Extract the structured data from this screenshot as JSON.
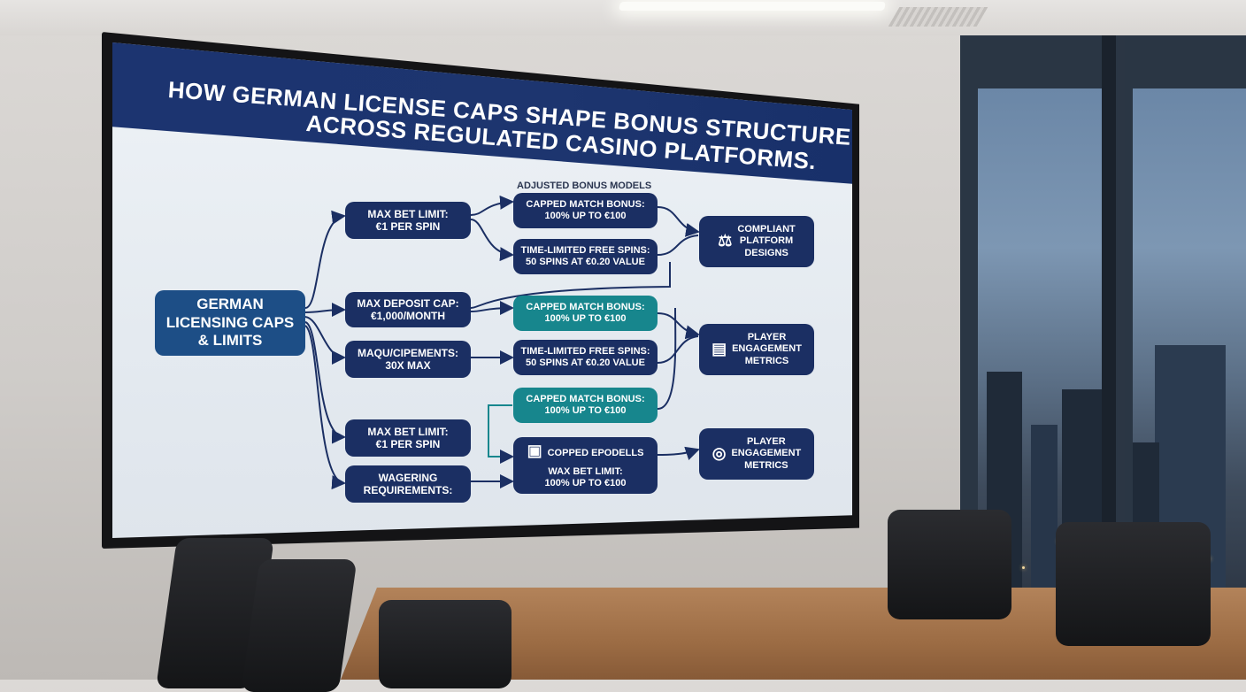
{
  "screen": {
    "title_line1": "HOW GERMAN LICENSE CAPS SHAPE BONUS STRUCTURE DESIGNS",
    "title_line2": "ACROSS REGULATED CASINO PLATFORMS.",
    "section_label": "ADJUSTED BONUS MODELS",
    "root": {
      "line1": "GERMAN",
      "line2": "LICENSING CAPS",
      "line3": "& LIMITS"
    },
    "caps": [
      {
        "line1": "MAX BET LIMIT:",
        "line2": "€1 PER SPIN"
      },
      {
        "line1": "MAX DEPOSIT CAP:",
        "line2": "€1,000/MONTH"
      },
      {
        "line1": "MAQU/CIPEMENTS:",
        "line2": "30x MAX"
      },
      {
        "line1": "MAX BET LIMIT:",
        "line2": "€1 PER SPIN"
      },
      {
        "line1": "WAGERING",
        "line2": "REQUIREMENTS:"
      }
    ],
    "models": [
      {
        "line1": "CAPPED MATCH BONUS:",
        "line2": "100% UP TO €100",
        "style": "navy"
      },
      {
        "line1": "TIME-LIMITED FREE SPINS:",
        "line2": "50 SPINS AT €0.20 VALUE",
        "style": "navy"
      },
      {
        "line1": "CAPPED MATCH BONUS:",
        "line2": "100% UP TO €100",
        "style": "teal"
      },
      {
        "line1": "TIME-LIMITED FREE SPINS:",
        "line2": "50 SPINS AT €0.20 VALUE",
        "style": "navy"
      },
      {
        "line1": "CAPPED MATCH BONUS:",
        "line2": "100% UP TO €100",
        "style": "teal"
      },
      {
        "line1": "COPPED EPODELLS",
        "line2": "WAX BET LIMIT:",
        "line3": "100% UP TO €100",
        "style": "navy"
      }
    ],
    "outcomes": [
      {
        "line1": "COMPLIANT",
        "line2": "PLATFORM",
        "line3": "DESIGNS",
        "icon": "gavel-icon"
      },
      {
        "line1": "PLAYER",
        "line2": "ENGAGEMENT",
        "line3": "METRICS",
        "icon": "slot-machine-icon"
      },
      {
        "line1": "PLAYER",
        "line2": "ENGAGEMENT",
        "line3": "METRICS",
        "icon": "mask-icon"
      }
    ],
    "colors": {
      "navy": "#1b2f63",
      "teal": "#17868d",
      "title_band": "#1c3470"
    }
  }
}
